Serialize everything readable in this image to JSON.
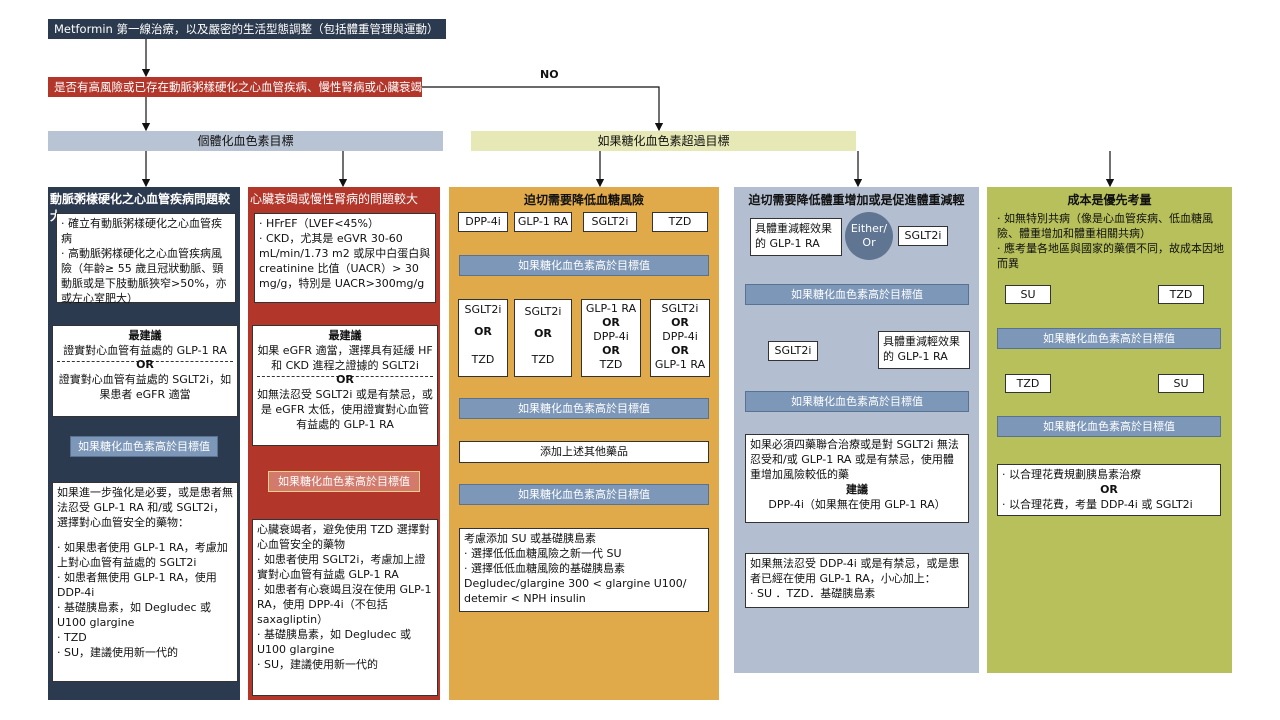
{
  "top": {
    "metformin": "Metformin 第一線治療，以及嚴密的生活型態調整（包括體重管理與運動）",
    "question": "是否有高風險或已存在動脈粥樣硬化之心血管疾病、慢性腎病或心臟衰竭",
    "no_label": "NO",
    "individual_target": "個體化血色素目標",
    "above_target": "如果糖化血色素超過目標"
  },
  "col1": {
    "title": "動脈粥樣硬化之心血管疾病問題較大",
    "criteria": [
      "確立有動脈粥樣硬化之心血管疾病",
      "高動脈粥樣硬化之心血管疾病風險（年齡≥ 55 歲且冠狀動脈、頸動脈或是下肢動脈狹窄>50%，亦或左心室肥大）"
    ],
    "recommend_title": "最建議",
    "recommend_1": "證實對心血管有益處的 GLP-1 RA",
    "or": "OR",
    "recommend_2": "證實對心血管有益處的 SGLT2i，如果患者 eGFR 適當",
    "band": "如果糖化血色素高於目標值",
    "next_intro": "如果進一步強化是必要，或是患者無法忍受 GLP-1 RA 和/或 SGLT2i，選擇對心血管安全的藥物：",
    "next_items": [
      "如果患者使用 GLP-1 RA，考慮加上對心血管有益處的 SGLT2i",
      "如患者無使用 GLP-1 RA，使用 DDP-4i",
      "基礎胰島素，如 Degludec 或 U100 glargine",
      "TZD",
      "SU，建議使用新一代的"
    ]
  },
  "col2": {
    "title": "心臟衰竭或慢性腎病的問題較大",
    "criteria": [
      "HFrEF（LVEF<45%）",
      "CKD，尤其是 eGVR 30-60 mL/min/1.73 m2 或尿中白蛋白與 creatinine 比值（UACR）> 30 mg/g，特別是 UACR>300mg/g"
    ],
    "recommend_title": "最建議",
    "recommend_1": "如果 eGFR 適當，選擇具有延緩 HF 和 CKD 進程之證據的 SGLT2i",
    "or": "OR",
    "recommend_2": "如無法忍受 SGLT2i 或是有禁忌，或是 eGFR 太低，使用證實對心血管有益處的 GLP-1 RA",
    "band": "如果糖化血色素高於目標值",
    "next_intro": "心臟衰竭者，避免使用 TZD 選擇對心血管安全的藥物",
    "next_items": [
      "如患者使用 SGLT2i，考慮加上證實對心血管有益處 GLP-1 RA",
      "如患者有心衰竭且沒在使用 GLP-1 RA，使用 DPP-4i（不包括 saxagliptin）",
      "基礎胰島素，如 Degludec 或 U100 glargine",
      "SU，建議使用新一代的"
    ]
  },
  "col3": {
    "title": "迫切需要降低血糖風險",
    "drugs": [
      "DPP-4i",
      "GLP-1 RA",
      "SGLT2i",
      "TZD"
    ],
    "band1": "如果糖化血色素高於目標值",
    "combo": [
      {
        "a": "SGLT2i",
        "or1": "OR",
        "b": "TZD",
        "or2": "",
        "c": ""
      },
      {
        "a": "SGLT2i",
        "or1": "OR",
        "b": "TZD",
        "or2": "",
        "c": ""
      },
      {
        "a": "GLP-1 RA",
        "or1": "OR",
        "b": "DPP-4i",
        "or2": "OR",
        "c": "TZD"
      },
      {
        "a": "SGLT2i",
        "or1": "OR",
        "b": "DPP-4i",
        "or2": "OR",
        "c": "GLP-1 RA"
      }
    ],
    "band2": "如果糖化血色素高於目標值",
    "add_other": "添加上述其他藥品",
    "band3": "如果糖化血色素高於目標值",
    "final_title": "考慮添加 SU 或基礎胰島素",
    "final_items": [
      "選擇低低血糖風險之新一代 SU",
      "選擇低低血糖風險的基礎胰島素"
    ],
    "final_note": "Degludec/glargine 300 < glargine U100/ detemir < NPH insulin"
  },
  "col4": {
    "title": "迫切需要降低體重增加或是促進體重減輕",
    "glp1_box": "具體重減輕效果的 GLP-1 RA",
    "either": "Either/ Or",
    "sglt2_box": "SGLT2i",
    "band1": "如果糖化血色素高於目標值",
    "left_box": "SGLT2i",
    "right_box": "具體重減輕效果的 GLP-1 RA",
    "band2": "如果糖化血色素高於目標值",
    "text1": "如果必須四藥聯合治療或是對 SGLT2i 無法忍受和/或 GLP-1 RA 或是有禁忌，使用體重增加風險較低的藥",
    "recommend_title": "建議",
    "recommend": "DPP-4i（如果無在使用 GLP-1 RA）",
    "text2": "如果無法忍受 DDP-4i 或是有禁忌，或是患者已經在使用 GLP-1 RA，小心加上：",
    "text2_items": "SU ．TZD．基礎胰島素"
  },
  "col5": {
    "title": "成本是優先考量",
    "items": [
      "如無特別共病（像是心血管疾病、低血糖風險、體重增加和體重相關共病）",
      "應考量各地區與國家的藥價不同，故成本因地而異"
    ],
    "su1": "SU",
    "tzd1": "TZD",
    "band1": "如果糖化血色素高於目標值",
    "tzd2": "TZD",
    "su2": "SU",
    "band2": "如果糖化血色素高於目標值",
    "final_1": "以合理花費規劃胰島素治療",
    "or": "OR",
    "final_2": "以合理花費，考量 DDP-4i 或 SGLT2i"
  },
  "colors": {
    "navy": "#2b3a4e",
    "red": "#b3362b",
    "grayblue": "#b8c4d4",
    "lightyellow": "#e6e9b5",
    "orange": "#e0a94a",
    "steel": "#b3bfd0",
    "olive": "#b7c05a",
    "band": "#7d97b8"
  }
}
